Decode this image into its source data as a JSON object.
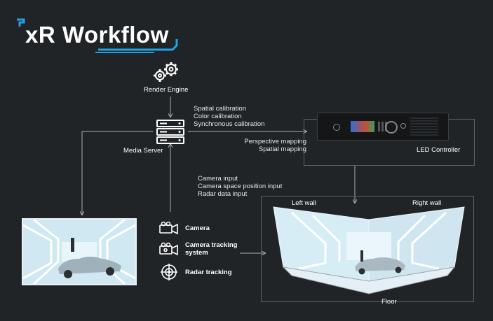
{
  "title": "xR Workflow",
  "colors": {
    "background": "#202427",
    "accent": "#1fa3e8",
    "line": "#a9aeb2",
    "frame": "#5c6166"
  },
  "nodes": {
    "render_engine": {
      "label": "Render Engine",
      "icon": "gears-icon"
    },
    "media_server": {
      "label": "Media Server",
      "icon": "server-stack-icon"
    },
    "led_controller": {
      "label": "LED Controller"
    }
  },
  "edges": {
    "server_to_controller": [
      "Spatial calibration",
      "Color calibration",
      "Synchronous calibration"
    ],
    "controller_mapping": [
      "Perspective mapping",
      "Spatial mapping"
    ],
    "inputs": [
      "Camera input",
      "Camera space position input",
      "Radar data input"
    ]
  },
  "devices": [
    {
      "label": "Camera",
      "icon": "camera-icon"
    },
    {
      "label": "Camera tracking system",
      "label_lines": [
        "Camera tracking",
        "system"
      ],
      "icon": "camera-tracking-icon"
    },
    {
      "label": "Radar tracking",
      "icon": "radar-icon"
    }
  ],
  "stage": {
    "left_wall": "Left wall",
    "right_wall": "Right wall",
    "floor": "Floor"
  }
}
